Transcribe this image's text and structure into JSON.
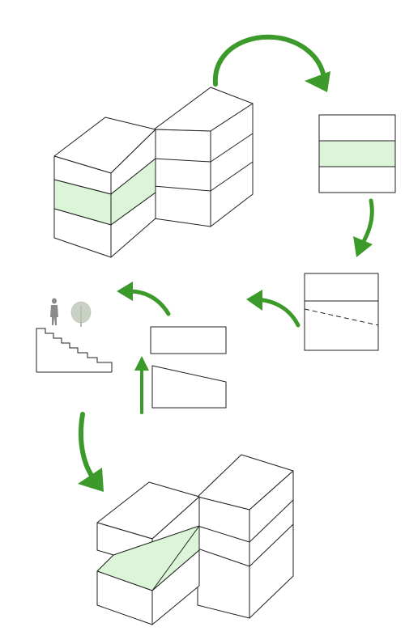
{
  "colors": {
    "line": "#1f1f1f",
    "face": "#ffffff",
    "highlight": "#dcf5d8",
    "arrow": "#3b9a2a",
    "figure": "#8a8a8a",
    "tree": "#b9c4b4"
  },
  "diagram": {
    "steps": [
      {
        "id": "stacked-volumes",
        "highlighted_layer": 2,
        "layer_count": 3
      },
      {
        "id": "section-highlighted-layer"
      },
      {
        "id": "section-sloped-cut"
      },
      {
        "id": "split-slabs"
      },
      {
        "id": "stepped-section-with-scale-figures"
      },
      {
        "id": "result-volumes-with-ramp"
      }
    ],
    "arrows": [
      {
        "from": "stacked-volumes",
        "to": "section-highlighted-layer",
        "icon": "curved-arrow-right"
      },
      {
        "from": "section-highlighted-layer",
        "to": "section-sloped-cut",
        "icon": "curved-arrow-down"
      },
      {
        "from": "section-sloped-cut",
        "to": "split-slabs",
        "icon": "curved-arrow-left"
      },
      {
        "from": "split-slabs",
        "to": "stepped-section-with-scale-figures",
        "icon": "curved-arrow-up-left"
      },
      {
        "from": "split-slabs",
        "to": "split-slabs",
        "icon": "straight-arrow-up"
      },
      {
        "from": "stepped-section-with-scale-figures",
        "to": "result-volumes-with-ramp",
        "icon": "curved-arrow-down"
      }
    ],
    "scale_figures": [
      "person-icon",
      "tree-icon"
    ]
  }
}
